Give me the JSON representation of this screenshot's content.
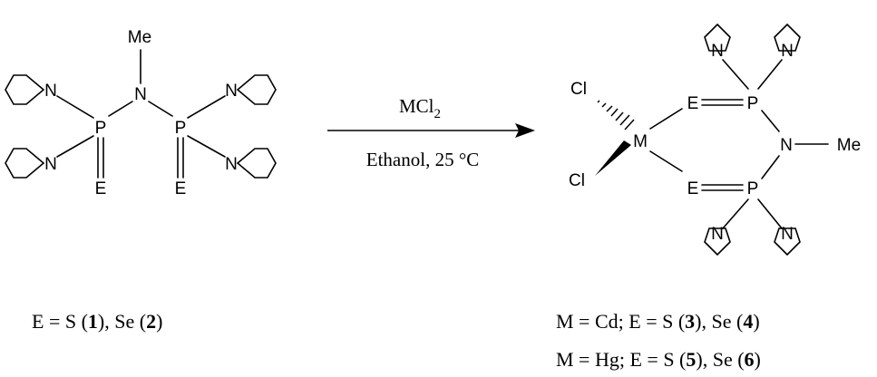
{
  "reagent": {
    "main": "MCl",
    "sub": "2"
  },
  "conditions": "Ethanol, 25 °C",
  "ligand": {
    "atoms": {
      "methyl": "Me",
      "n_bridge": "N",
      "p_left": "P",
      "p_right": "P",
      "e_left": "E",
      "e_right": "E",
      "n_ring": "N"
    },
    "caption": {
      "p1": "E = S (",
      "n1": "1",
      "p2": "), Se (",
      "n2": "2",
      "p3": ")"
    }
  },
  "complex": {
    "atoms": {
      "cl_top": "Cl",
      "cl_bottom": "Cl",
      "metal": "M",
      "e_top": "E",
      "e_bottom": "E",
      "p_top": "P",
      "p_bottom": "P",
      "n_bridge": "N",
      "methyl": "Me",
      "n_ring": "N"
    },
    "captions": [
      {
        "p1": "M = Cd; E = S (",
        "n1": "3",
        "p2": "), Se (",
        "n2": "4",
        "p3": ")"
      },
      {
        "p1": "M = Hg; E = S (",
        "n1": "5",
        "p2": "), Se (",
        "n2": "6",
        "p3": ")"
      }
    ]
  }
}
